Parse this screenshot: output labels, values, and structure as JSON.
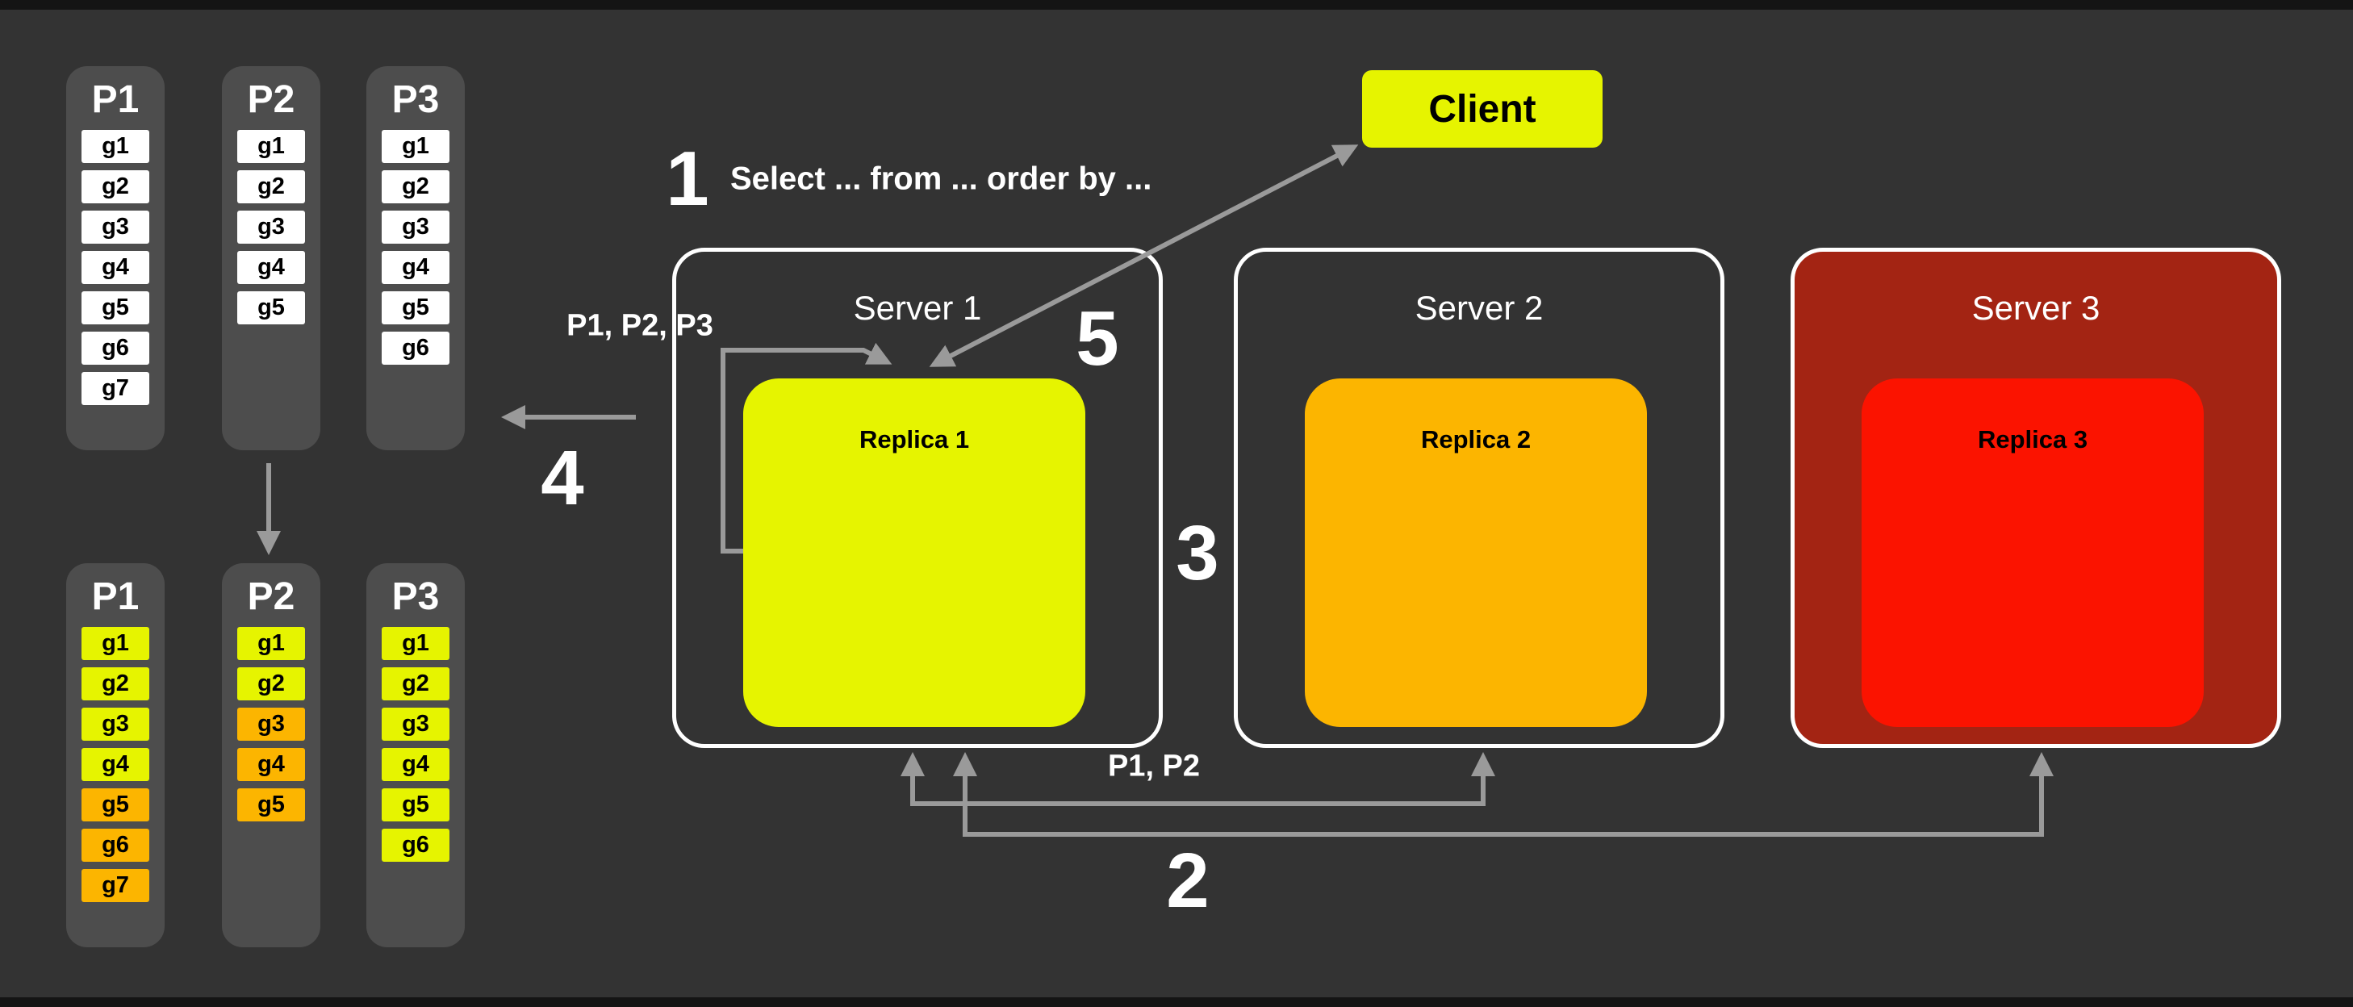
{
  "colors": {
    "background": "#333333",
    "panel": "#4d4d4d",
    "cell-bg": "#ffffff",
    "yellow": "#e6f400",
    "orange": "#fcb500",
    "red": "#fb1300",
    "dark-red": "#a32413",
    "arrow": "#9a9a9a",
    "text-light": "#ffffff",
    "text-dark": "#000000"
  },
  "client": {
    "label": "Client"
  },
  "servers": [
    {
      "label": "Server 1",
      "replica_label": "Replica 1"
    },
    {
      "label": "Server 2",
      "replica_label": "Replica 2"
    },
    {
      "label": "Server 3",
      "replica_label": "Replica 3"
    }
  ],
  "partitions_top": [
    {
      "label": "P1",
      "cells": [
        "g1",
        "g2",
        "g3",
        "g4",
        "g5",
        "g6",
        "g7"
      ]
    },
    {
      "label": "P2",
      "cells": [
        "g1",
        "g2",
        "g3",
        "g4",
        "g5"
      ]
    },
    {
      "label": "P3",
      "cells": [
        "g1",
        "g2",
        "g3",
        "g4",
        "g5",
        "g6"
      ]
    }
  ],
  "partitions_bottom": [
    {
      "label": "P1",
      "cells": [
        {
          "label": "g1",
          "color": "yellow"
        },
        {
          "label": "g2",
          "color": "yellow"
        },
        {
          "label": "g3",
          "color": "yellow"
        },
        {
          "label": "g4",
          "color": "yellow"
        },
        {
          "label": "g5",
          "color": "orange"
        },
        {
          "label": "g6",
          "color": "orange"
        },
        {
          "label": "g7",
          "color": "orange"
        }
      ]
    },
    {
      "label": "P2",
      "cells": [
        {
          "label": "g1",
          "color": "yellow"
        },
        {
          "label": "g2",
          "color": "yellow"
        },
        {
          "label": "g3",
          "color": "orange"
        },
        {
          "label": "g4",
          "color": "orange"
        },
        {
          "label": "g5",
          "color": "orange"
        }
      ]
    },
    {
      "label": "P3",
      "cells": [
        {
          "label": "g1",
          "color": "yellow"
        },
        {
          "label": "g2",
          "color": "yellow"
        },
        {
          "label": "g3",
          "color": "yellow"
        },
        {
          "label": "g4",
          "color": "yellow"
        },
        {
          "label": "g5",
          "color": "yellow"
        },
        {
          "label": "g6",
          "color": "yellow"
        }
      ]
    }
  ],
  "steps": [
    {
      "number": "1",
      "text": "Select ... from ... order by ..."
    },
    {
      "number": "2",
      "text": ""
    },
    {
      "number": "3",
      "text": ""
    },
    {
      "number": "4",
      "text": ""
    },
    {
      "number": "5",
      "text": ""
    }
  ],
  "labels": {
    "loop_partitions": "P1, P2, P3",
    "gather_partitions": "P1, P2"
  }
}
